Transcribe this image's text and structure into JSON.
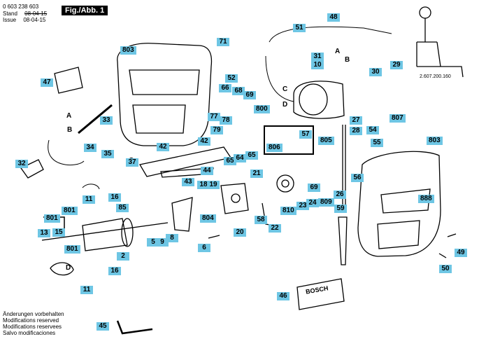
{
  "header": {
    "part_number": "0 603 238 603",
    "stand_label": "Stand",
    "stand_value": "08-04-15",
    "issue_label": "Issue",
    "issue_value": "08-04-15",
    "figure": "Fig./Abb. 1"
  },
  "notes": [
    "Änderungen vorbehalten",
    "Modifications reserved",
    "Modifications reservees",
    "Salvo modificaciones"
  ],
  "diagram_code": "2.607.200.160",
  "letters": [
    "A",
    "B",
    "C",
    "D"
  ],
  "nameplate": "BOSCH",
  "labels": {
    "l803a": "803",
    "l71": "71",
    "l47": "47",
    "l52": "52",
    "l66": "66",
    "l68": "68",
    "l69": "69",
    "l800": "800",
    "l33": "33",
    "l77": "77",
    "l78": "78",
    "l79": "79",
    "l34": "34",
    "l35": "35",
    "l42a": "42",
    "l42b": "42",
    "l65a": "65",
    "l64": "64",
    "l65b": "65",
    "l37": "37",
    "l44": "44",
    "l32": "32",
    "l43": "43",
    "l11a": "11",
    "l16a": "16",
    "l18": "18",
    "l19": "19",
    "l801a": "801",
    "l85": "85",
    "l801b": "801",
    "l13": "13",
    "l15": "15",
    "l801c": "801",
    "l804": "804",
    "l5": "5",
    "l9": "9",
    "l8": "8",
    "l6": "6",
    "l2": "2",
    "l16b": "16",
    "l11b": "11",
    "l48": "48",
    "l51": "51",
    "l31": "31",
    "l10": "10",
    "l30": "30",
    "l29": "29",
    "l57": "57",
    "l805": "805",
    "l806": "806",
    "l27": "27",
    "l28": "28",
    "l807": "807",
    "l54": "54",
    "l55": "55",
    "l803b": "803",
    "l56": "56",
    "l21": "21",
    "l26": "26",
    "l69b": "69",
    "l809": "809",
    "l23": "23",
    "l24": "24",
    "l59": "59",
    "l888": "888",
    "l810": "810",
    "l58": "58",
    "l22": "22",
    "l20": "20",
    "l49": "49",
    "l50": "50",
    "l46": "46",
    "l45": "45"
  },
  "colors": {
    "label_fill": "#6ec6e4",
    "ink": "#000000"
  }
}
